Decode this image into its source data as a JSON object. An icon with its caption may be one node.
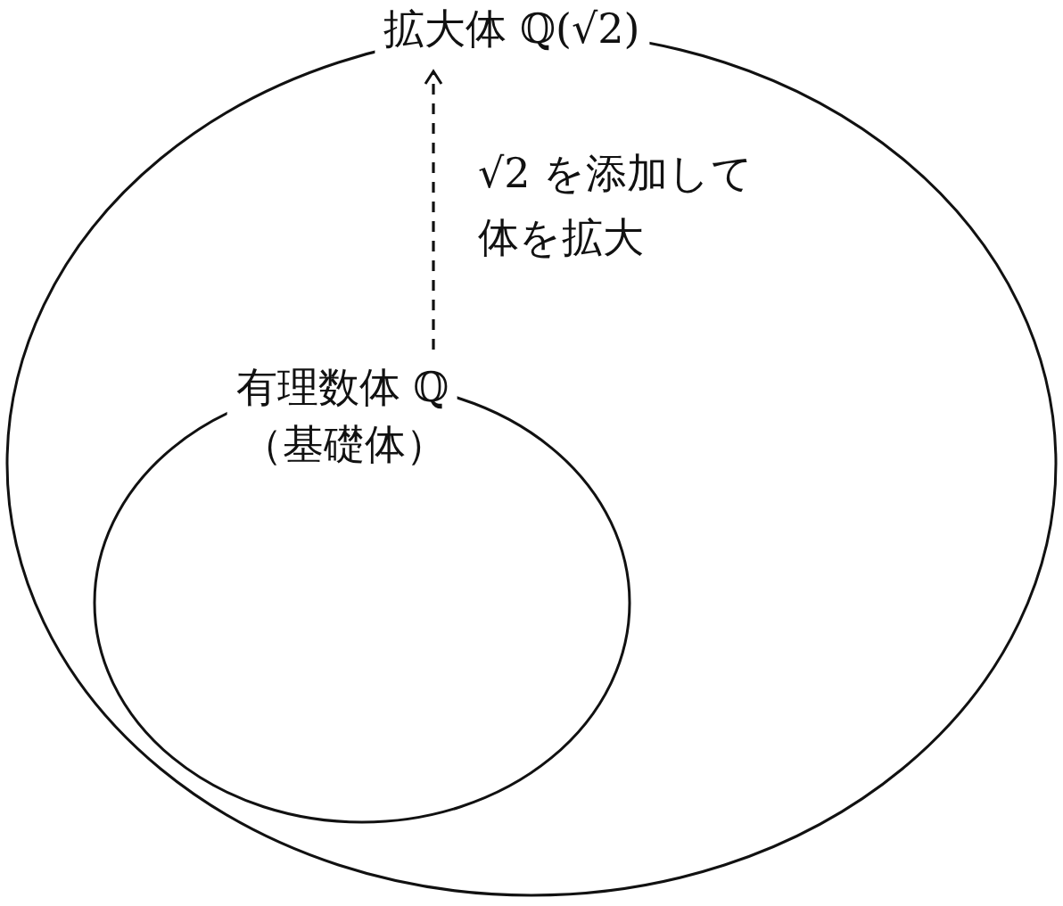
{
  "diagram": {
    "nodes": [
      {
        "text": [
          "拡大体 ℚ(√2)"
        ]
      },
      {
        "text": [
          "有理数体 ℚ",
          "（基礎体）"
        ],
        "in": 0
      }
    ],
    "edges": [
      {
        "from": 1,
        "to": 0,
        "arrow": "to",
        "style": "dashed",
        "label": "√2 を添加して体を拡大"
      }
    ]
  }
}
